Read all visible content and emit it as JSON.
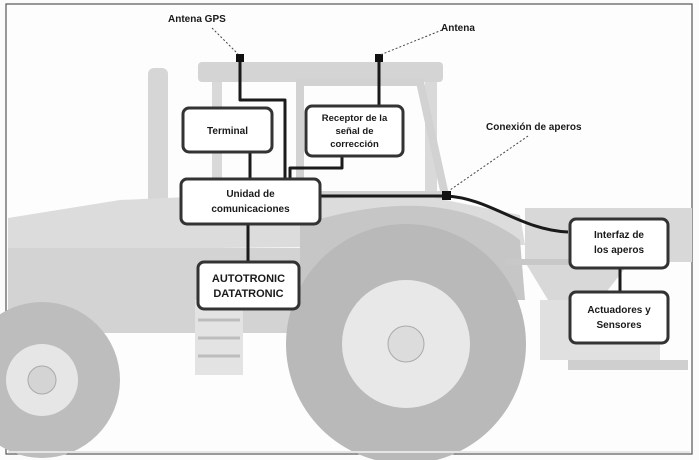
{
  "labels": {
    "gps_antenna": "Antena GPS",
    "antenna": "Antena",
    "implement_connection": "Conexión de aperos"
  },
  "boxes": {
    "terminal": [
      "Terminal"
    ],
    "correction_receiver": [
      "Receptor de la",
      "señal de",
      "corrección"
    ],
    "communications_unit": [
      "Unidad de",
      "comunicaciones"
    ],
    "autotronic": [
      "AUTOTRONIC",
      "DATATRONIC"
    ],
    "implement_interface": [
      "Interfaz de",
      "los aperos"
    ],
    "actuators_sensors": [
      "Actuadores y",
      "Sensores"
    ]
  },
  "colors": {
    "tractor_fill": "#dcdcdc",
    "tractor_dark": "#c2c2c2",
    "box_fill": "#ffffff",
    "box_border": "#333333",
    "cable": "#1a1a1a"
  }
}
